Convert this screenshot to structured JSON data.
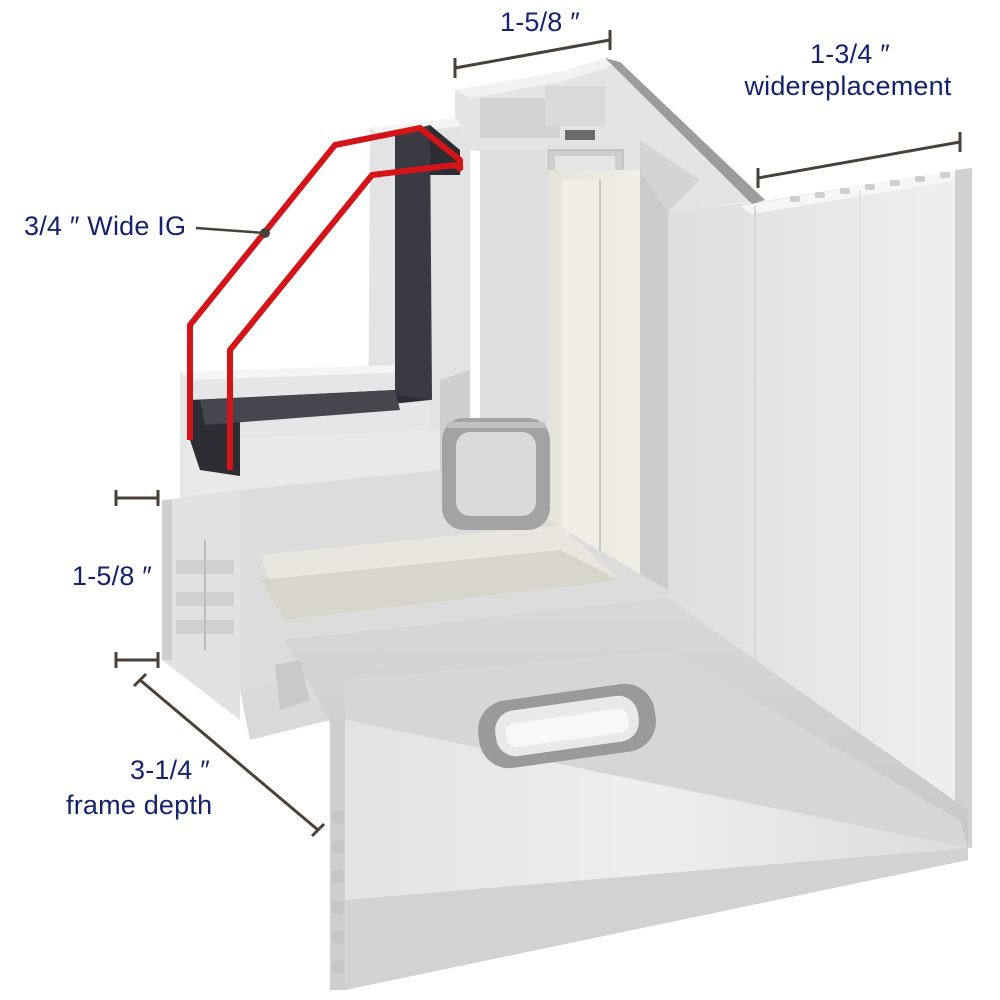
{
  "colors": {
    "label_text": "#15236e",
    "dimension_line": "#4a4038",
    "glass_line": "#d41418",
    "spacer": "#2c2d33",
    "vinyl_light": "#ececec",
    "vinyl_mid": "#d9d9d9",
    "vinyl_shadow": "#bdbdbd",
    "vinyl_dark": "#a8a8a8",
    "edge": "#8e8e8e"
  },
  "labels": {
    "top_width": "1-5/8 ″",
    "replacement_width": "1-3/4 ″",
    "replacement_caption": "widereplacement",
    "glass_width": "3/4 ″ Wide IG",
    "sash_height": "1-5/8 ″",
    "frame_depth": "3-1/4 ″",
    "frame_depth_caption": "frame depth"
  }
}
